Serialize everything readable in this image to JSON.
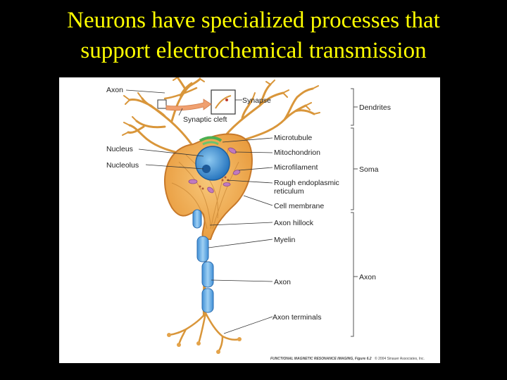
{
  "slide": {
    "title_line1": "Neurons have specialized processes that",
    "title_line2": "support electrochemical transmission"
  },
  "figure": {
    "left_labels": {
      "axon": "Axon",
      "nucleus": "Nucleus",
      "nucleolus": "Nucleolus"
    },
    "top_labels": {
      "synapse": "Synapse",
      "synaptic_cleft": "Synaptic cleft"
    },
    "right_labels": {
      "microtubule": "Microtubule",
      "mitochondrion": "Mitochondrion",
      "microfilament": "Microfilament",
      "rough_er_line1": "Rough endoplasmic",
      "rough_er_line2": "reticulum",
      "cell_membrane": "Cell membrane",
      "axon_hillock": "Axon hillock",
      "myelin": "Myelin",
      "axon": "Axon",
      "axon_terminals": "Axon terminals"
    },
    "regions": {
      "dendrites": "Dendrites",
      "soma": "Soma",
      "axon": "Axon"
    },
    "credit": {
      "book": "FUNCTIONAL MAGNETIC RESONANCE IMAGING, Figure 6.2",
      "copyright": "© 2004 Sinauer Associates, Inc."
    },
    "colors": {
      "soma_fill": "#f2b25c",
      "membrane": "#d98c2a",
      "nucleus": "#4aa0dc",
      "myelin": "#6fb1e8",
      "arrow": "#f0a070"
    }
  }
}
